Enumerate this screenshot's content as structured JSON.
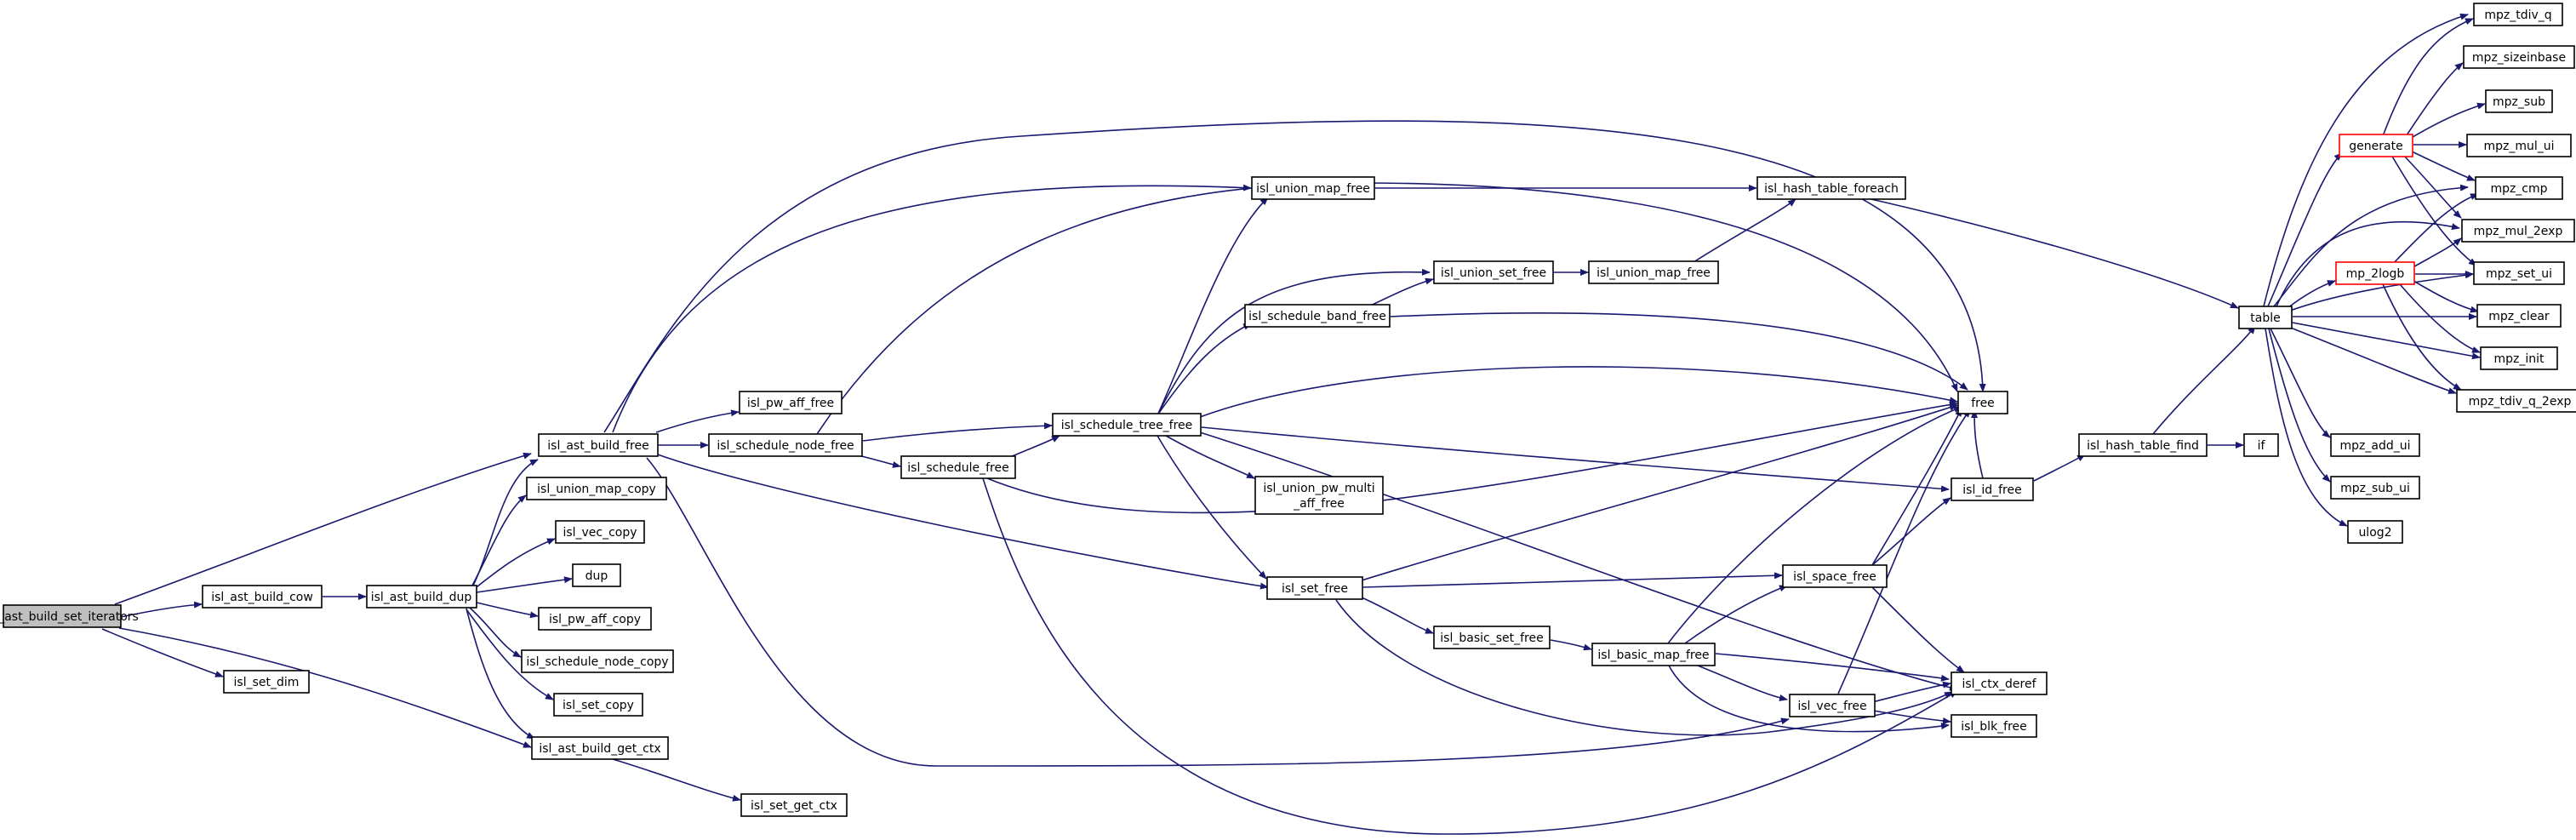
{
  "graph": {
    "title": "",
    "colors": {
      "edge": "#191970",
      "root_fill": "#bfbfbf",
      "truncated_border": "#ff0000",
      "node_border": "#000000"
    },
    "nodes": {
      "root": "isl_ast_build_set_iterators",
      "ast_build_cow": "isl_ast_build_cow",
      "set_dim": "isl_set_dim",
      "ast_build_dup": "isl_ast_build_dup",
      "ast_build_free": "isl_ast_build_free",
      "union_map_copy": "isl_union_map_copy",
      "vec_copy": "isl_vec_copy",
      "dup": "dup",
      "pw_aff_copy": "isl_pw_aff_copy",
      "schedule_node_copy": "isl_schedule_node_copy",
      "set_copy": "isl_set_copy",
      "ast_build_get_ctx": "isl_ast_build_get_ctx",
      "set_get_ctx": "isl_set_get_ctx",
      "pw_aff_free": "isl_pw_aff_free",
      "schedule_node_free": "isl_schedule_node_free",
      "schedule_free": "isl_schedule_free",
      "schedule_tree_free": "isl_schedule_tree_free",
      "union_map_free_a": "isl_union_map_free",
      "union_set_free": "isl_union_set_free",
      "union_map_free_b": "isl_union_map_free",
      "schedule_band_free": "isl_schedule_band_free",
      "union_pw_multi_aff_free_1": "isl_union_pw_multi",
      "union_pw_multi_aff_free_2": "_aff_free",
      "set_free": "isl_set_free",
      "basic_set_free": "isl_basic_set_free",
      "basic_map_free": "isl_basic_map_free",
      "hash_table_foreach": "isl_hash_table_foreach",
      "free": "free",
      "space_free": "isl_space_free",
      "vec_free": "isl_vec_free",
      "ctx_deref": "isl_ctx_deref",
      "blk_free": "isl_blk_free",
      "id_free": "isl_id_free",
      "hash_table_find": "isl_hash_table_find",
      "if": "if",
      "table": "table",
      "generate": "generate",
      "mp_2logb": "mp_2logb",
      "mpz_tdiv_q": "mpz_tdiv_q",
      "mpz_sizeinbase": "mpz_sizeinbase",
      "mpz_sub": "mpz_sub",
      "mpz_mul_ui": "mpz_mul_ui",
      "mpz_cmp": "mpz_cmp",
      "mpz_mul_2exp": "mpz_mul_2exp",
      "mpz_set_ui": "mpz_set_ui",
      "mpz_clear": "mpz_clear",
      "mpz_init": "mpz_init",
      "mpz_tdiv_q_2exp": "mpz_tdiv_q_2exp",
      "mpz_add_ui": "mpz_add_ui",
      "mpz_sub_ui": "mpz_sub_ui",
      "ulog2": "ulog2"
    }
  }
}
